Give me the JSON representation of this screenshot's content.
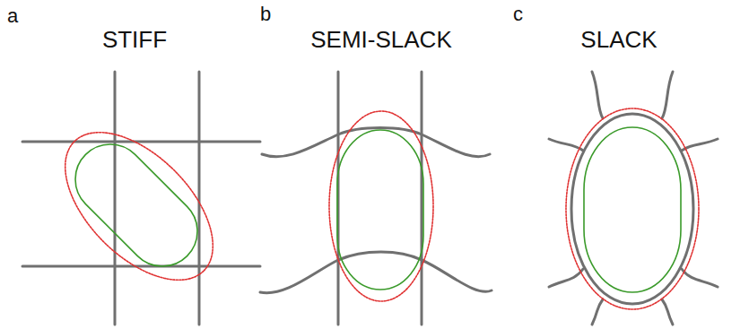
{
  "diagram": {
    "labels": [
      "a",
      "STIFF",
      "b",
      "SEMI-SLACK",
      "c",
      "SLACK"
    ]
  }
}
